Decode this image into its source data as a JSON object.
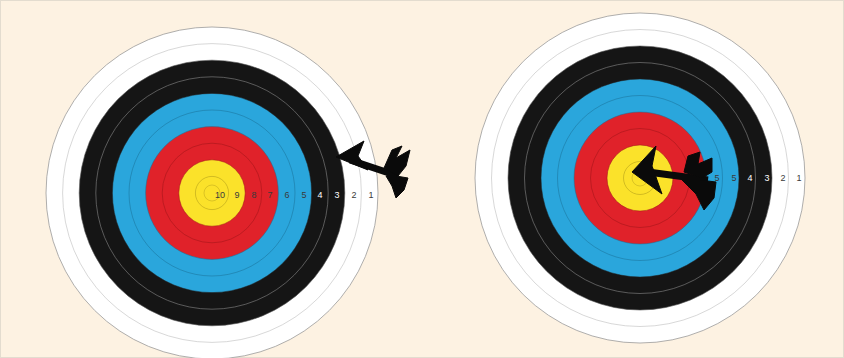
{
  "diagram": {
    "labels": [
      "10",
      "9",
      "8",
      "7",
      "6",
      "5",
      "4",
      "3",
      "2",
      "1",
      "5",
      "5",
      "4",
      "3",
      "2",
      "1"
    ]
  }
}
